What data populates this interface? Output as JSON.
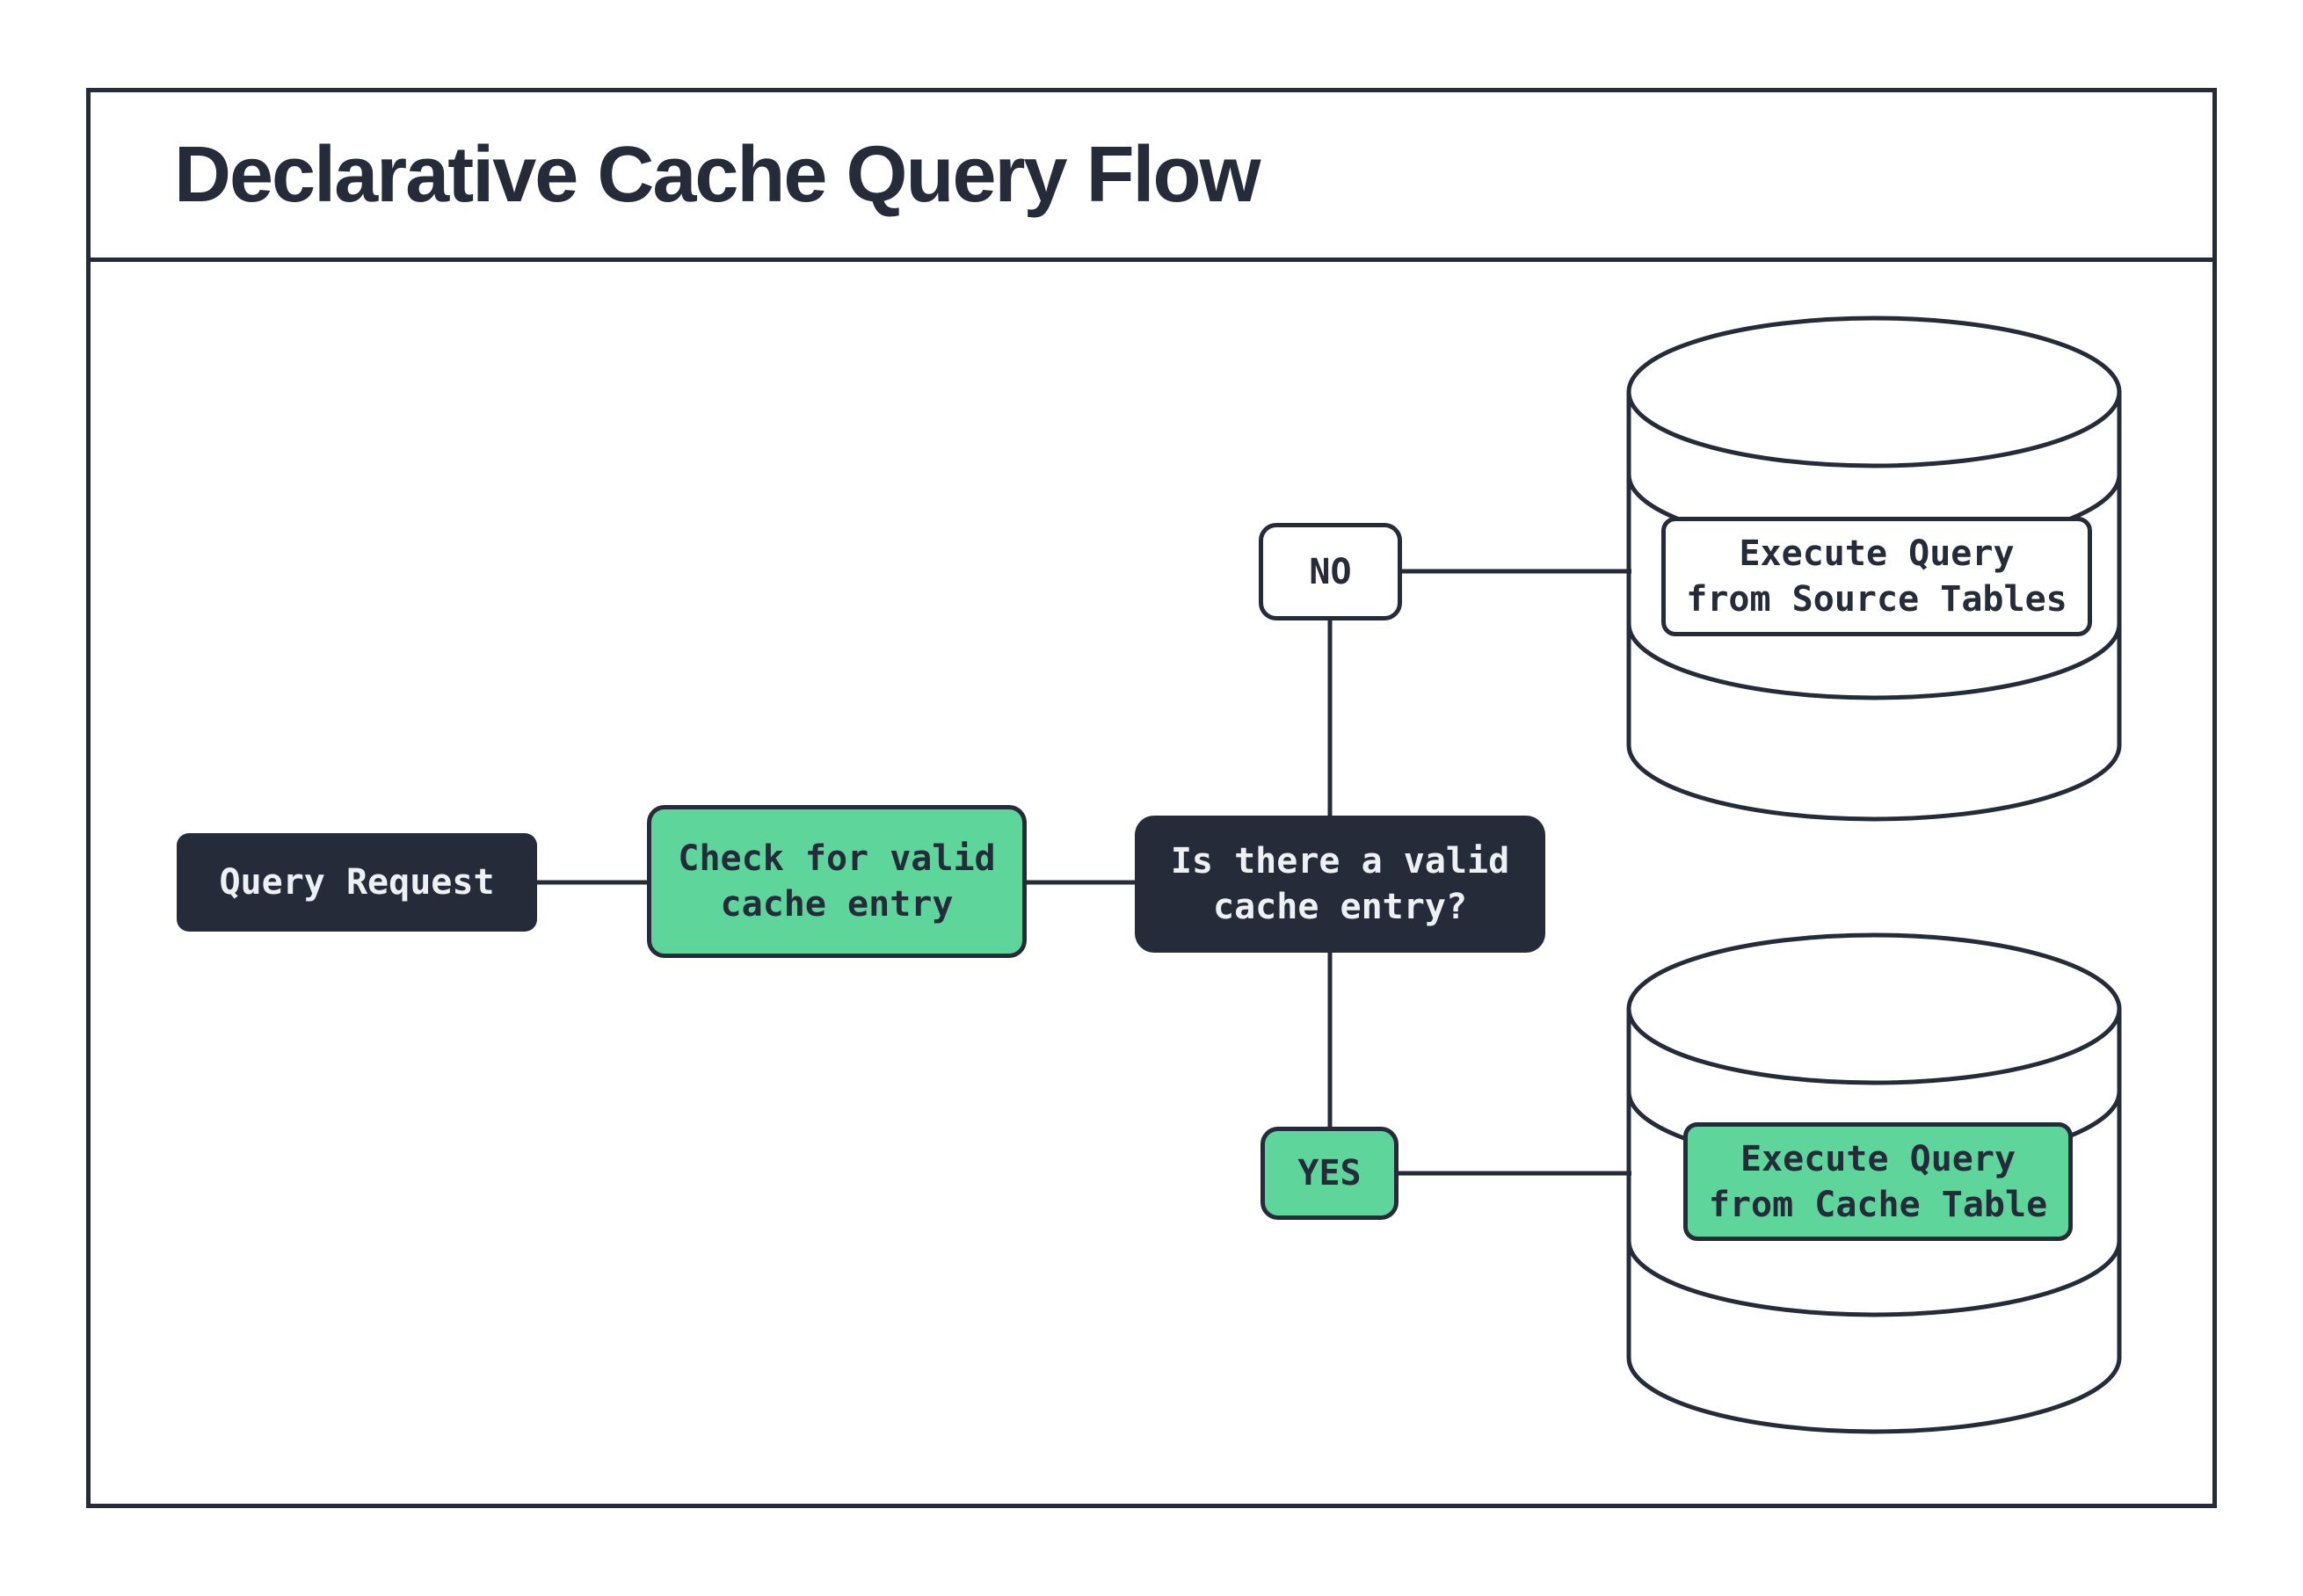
{
  "title": "Declarative Cache Query Flow",
  "colors": {
    "dark": "#262b3a",
    "green": "#5ed69b",
    "box_text_light": "#eef1f3",
    "background": "#ffffff"
  },
  "nodes": {
    "query_request": {
      "label": "Query Request"
    },
    "check_cache": {
      "line1": "Check for valid",
      "line2": "cache entry"
    },
    "decision": {
      "line1": "Is there a valid",
      "line2": "cache entry?"
    },
    "branch_no": {
      "label": "NO"
    },
    "branch_yes": {
      "label": "YES"
    },
    "source_db_action": {
      "line1": "Execute Query",
      "line2": "from Source Tables"
    },
    "cache_db_action": {
      "line1": "Execute Query",
      "line2": "from Cache Table"
    }
  }
}
